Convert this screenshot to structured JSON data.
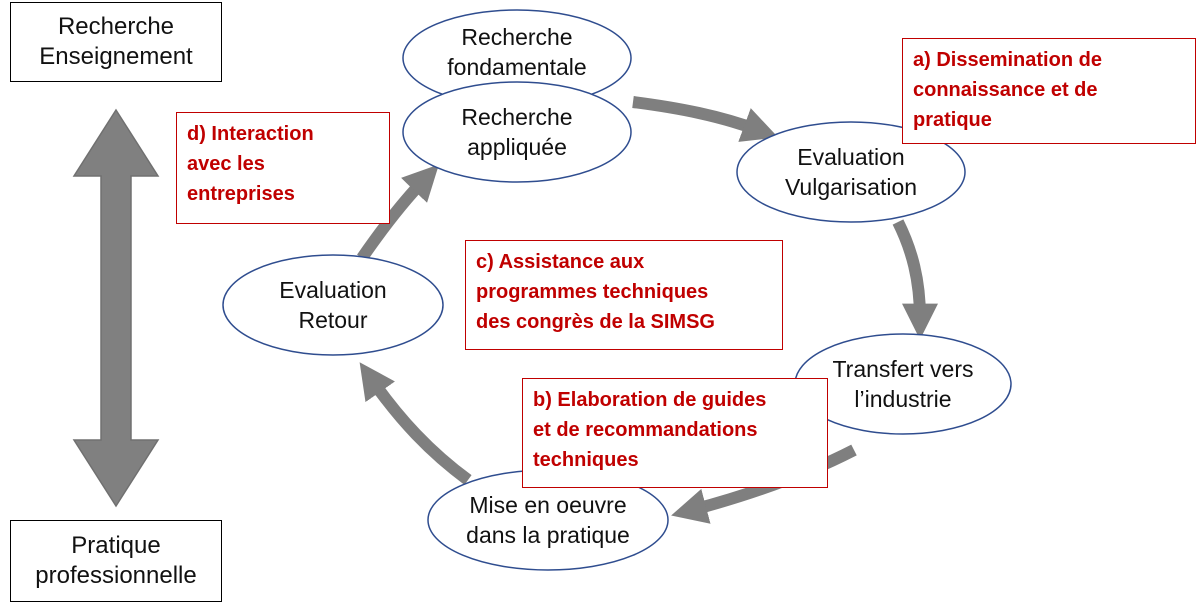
{
  "colors": {
    "accent": "#c00000",
    "arrow": "#7f7f7f",
    "ellipse": "#2f4d8f",
    "text": "#111111"
  },
  "left_axis": {
    "top_box": "Recherche\nEnseignement",
    "bottom_box": "Pratique\nprofessionnelle",
    "arrow_icon": "double-vertical-arrow"
  },
  "cycle_nodes": [
    {
      "id": "recherche-fondamentale",
      "label": "Recherche\nfondamentale"
    },
    {
      "id": "recherche-appliquee",
      "label": "Recherche\nappliquée"
    },
    {
      "id": "evaluation-vulgarisation",
      "label": "Evaluation\nVulgarisation"
    },
    {
      "id": "transfert-industrie",
      "label": "Transfert vers\nl’industrie"
    },
    {
      "id": "mise-en-oeuvre",
      "label": "Mise en oeuvre\ndans la pratique"
    },
    {
      "id": "evaluation-retour",
      "label": "Evaluation\nRetour"
    }
  ],
  "activities": [
    {
      "id": "a",
      "label": "a) Dissemination de\nconnaissance et de\npratique"
    },
    {
      "id": "b",
      "label": "b) Elaboration de guides\net de recommandations\ntechniques"
    },
    {
      "id": "c",
      "label": "c) Assistance aux\nprogrammes techniques\ndes congrès de la SIMSG"
    },
    {
      "id": "d",
      "label": "d) Interaction\navec les\nentreprises"
    }
  ]
}
